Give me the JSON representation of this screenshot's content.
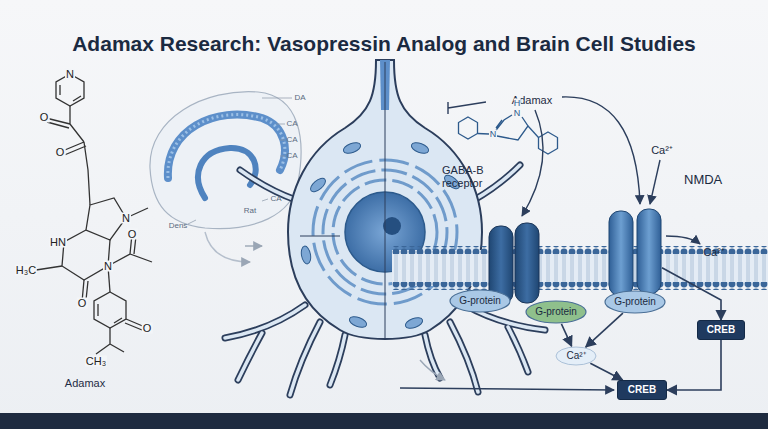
{
  "diagram": {
    "title": "Adamax Research: Vasopressin Analog and Brain Cell Studies",
    "nodes": [
      {
        "text": [
          "GABA-B receptor"
        ]
      },
      {
        "text": [
          "NMDA"
        ]
      },
      {
        "text": [
          "G-protein"
        ]
      },
      {
        "text": [
          "G-protein"
        ]
      },
      {
        "text": [
          "G-protein"
        ]
      },
      {
        "text": [
          "CREB"
        ]
      },
      {
        "text": [
          "CREB"
        ]
      },
      {
        "text": [
          "Ca²⁺"
        ]
      }
    ],
    "edges": [
      {
        "from": 3,
        "to": 7,
        "arrow": "to"
      },
      {
        "from": 4,
        "to": 7,
        "arrow": "to"
      },
      {
        "from": 7,
        "to": 6,
        "arrow": "to"
      },
      {
        "from": 1,
        "to": 5,
        "arrow": "to"
      },
      {
        "from": 5,
        "to": 6,
        "arrow": "to"
      }
    ],
    "labels": [
      "N",
      "O",
      "O",
      "N",
      "HN",
      "O",
      "H₃C",
      "N",
      "O",
      "O",
      "CH₃",
      "Adamax",
      "DA",
      "CA",
      "CA",
      "CA",
      "Rat",
      "CA",
      "Dens",
      "Adamax",
      "H",
      "N",
      "N",
      "Ca²⁺",
      "Ca²⁺"
    ]
  }
}
